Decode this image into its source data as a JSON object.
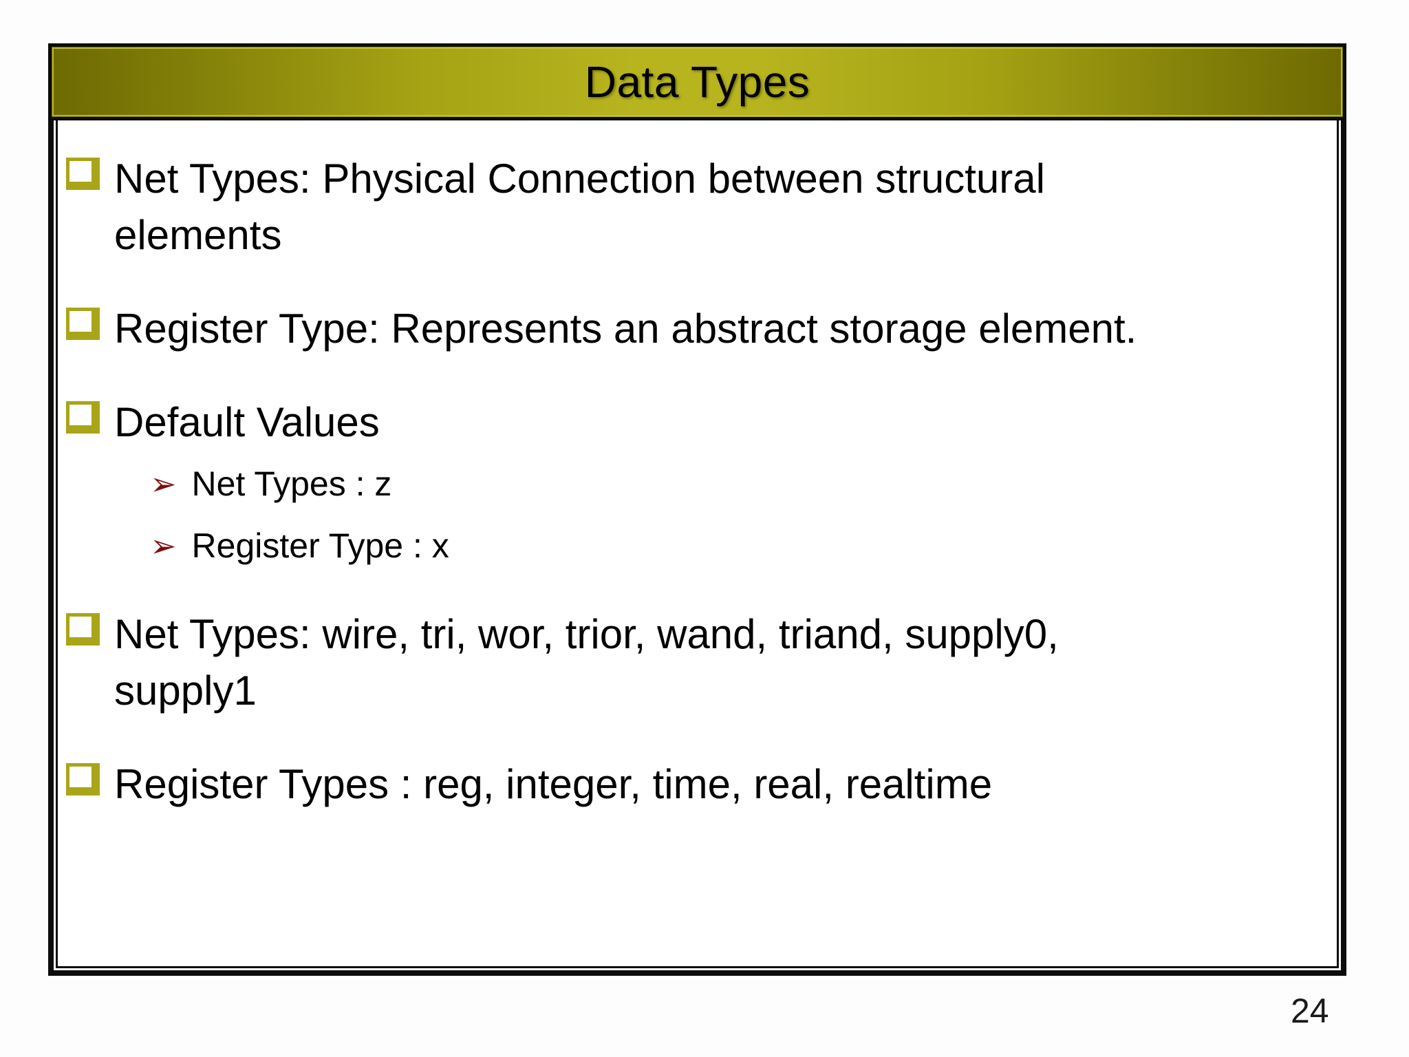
{
  "slide": {
    "title": "Data Types",
    "page_number": "24",
    "bullets": [
      {
        "text": "Net Types: Physical Connection between structural\nelements",
        "subitems": []
      },
      {
        "text": "Register Type: Represents an abstract storage element.",
        "subitems": []
      },
      {
        "text": "Default Values",
        "subitems": [
          "Net Types : z",
          "Register Type : x"
        ]
      },
      {
        "text": "Net Types: wire, tri, wor, trior, wand, triand, supply0,\nsupply1",
        "subitems": []
      },
      {
        "text": "Register Types : reg, integer, time, real, realtime",
        "subitems": []
      }
    ],
    "icons": {
      "square_bullet": "shadowed-square-bullet-icon",
      "sub_arrow_glyph": "➢"
    },
    "colors": {
      "title_bar_edge": "#6d6a02",
      "title_bar_center": "#b7b41e",
      "bullet_olive": "#a9a518",
      "arrow_dark_red": "#7e0d0d",
      "frame_border": "#0c0c0c",
      "text": "#000000",
      "background": "#ffffff"
    }
  }
}
